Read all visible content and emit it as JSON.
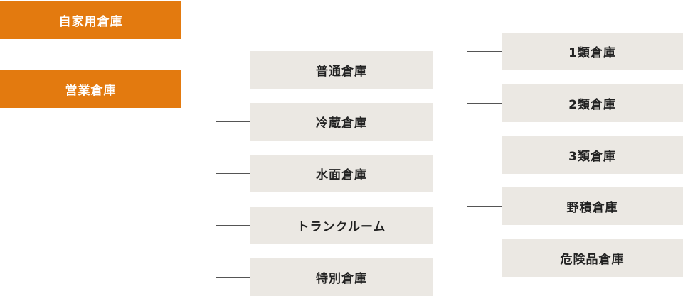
{
  "colors": {
    "accent": "#E37A0F",
    "box_gray": "#EBE8E3",
    "line": "#555555"
  },
  "left_boxes": [
    {
      "label": "自家用倉庫"
    },
    {
      "label": "営業倉庫"
    }
  ],
  "middle_boxes": [
    {
      "label": "普通倉庫"
    },
    {
      "label": "冷蔵倉庫"
    },
    {
      "label": "水面倉庫"
    },
    {
      "label": "トランクルーム"
    },
    {
      "label": "特別倉庫"
    }
  ],
  "right_boxes": [
    {
      "label": "1類倉庫"
    },
    {
      "label": "2類倉庫"
    },
    {
      "label": "3類倉庫"
    },
    {
      "label": "野積倉庫"
    },
    {
      "label": "危険品倉庫"
    }
  ]
}
